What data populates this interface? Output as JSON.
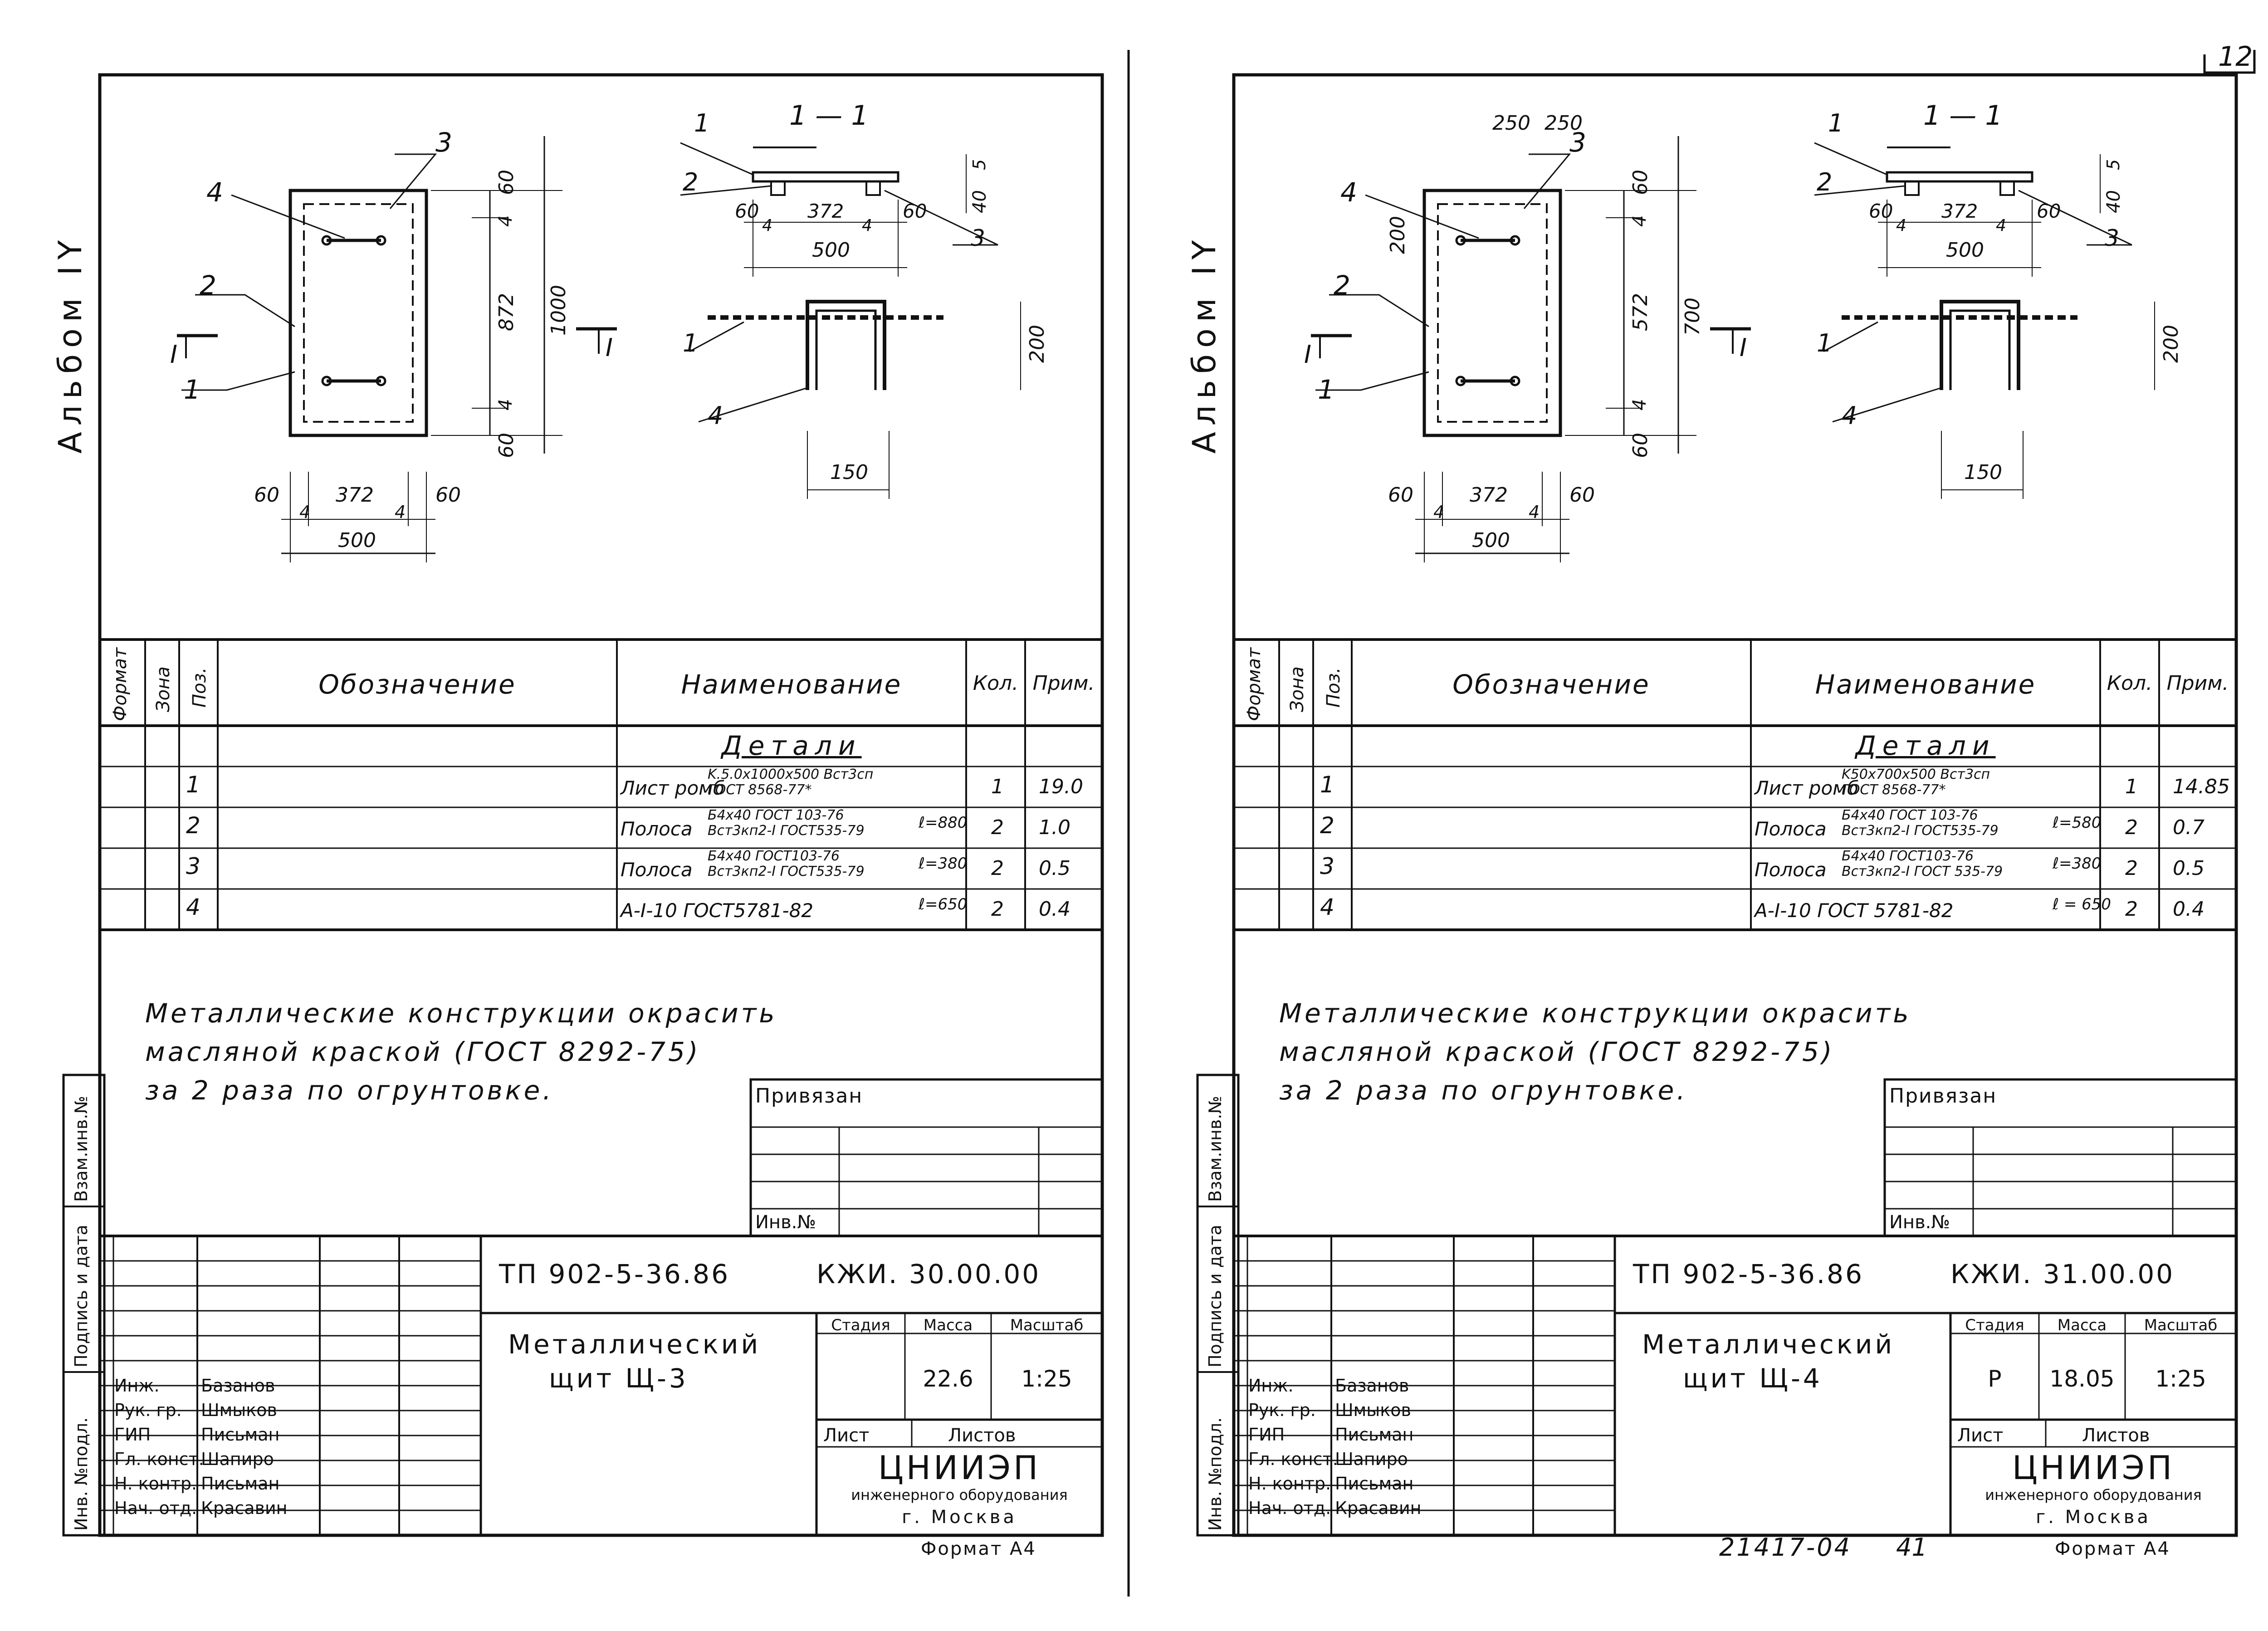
{
  "page": {
    "corner_mark": "12",
    "bottom_number": "21417-04",
    "bottom_page": "41"
  },
  "sheets": [
    {
      "album": "Альбом IY",
      "section": "1 — 1",
      "dims": {
        "w250a": "",
        "w250b": "",
        "h200": "",
        "top60": "60",
        "top4": "4",
        "inner": "872",
        "bottom4": "4",
        "bottom60": "60",
        "total": "1000",
        "left60": "60",
        "l4": "4",
        "w372": "372",
        "r4": "4",
        "right60": "60",
        "width": "500",
        "s60a": "60",
        "s4a": "4",
        "s372": "372",
        "s4b": "4",
        "s60b": "60",
        "s500": "500",
        "s5": "5",
        "s40": "40",
        "h200b": "200",
        "w150": "150"
      },
      "callouts": [
        "1",
        "2",
        "3",
        "4"
      ],
      "section_mark": "I",
      "table": {
        "headers": {
          "format": "Формат",
          "zone": "Зона",
          "pos": "Поз.",
          "designation": "Обозначение",
          "name": "Наименование",
          "qty": "Кол.",
          "note": "Прим."
        },
        "group": "Детали",
        "rows": [
          {
            "pos": "1",
            "name_a": "Лист ромб",
            "name_b": "K.5.0x1000x500 Вст3сп",
            "name_c": "ГОСТ 8568-77*",
            "length": "",
            "qty": "1",
            "note": "19.0"
          },
          {
            "pos": "2",
            "name_a": "Полоса",
            "name_b": "Б4x40 ГОСТ 103-76",
            "name_c": "Вст3кп2-I ГОСТ535-79",
            "length": "ℓ=880",
            "qty": "2",
            "note": "1.0"
          },
          {
            "pos": "3",
            "name_a": "Полоса",
            "name_b": "Б4x40 ГОСТ103-76",
            "name_c": "Вст3кп2-I ГОСТ535-79",
            "length": "ℓ=380",
            "qty": "2",
            "note": "0.5"
          },
          {
            "pos": "4",
            "name_a": "А-I-10  ГОСТ5781-82",
            "name_b": "",
            "name_c": "",
            "length": "ℓ=650",
            "qty": "2",
            "note": "0.4"
          }
        ]
      },
      "note_lines": [
        "Металлические конструкции окрасить",
        "масляной краской (ГОСТ 8292-75)",
        "за 2 раза по огрунтовке."
      ],
      "privyazan": "Привязан",
      "inv_no": "Инв.№",
      "side_stamps": [
        "Инв. №подл.",
        "Подпись и дата",
        "Взам.инв.№"
      ],
      "project": "ТП 902-5-36.86",
      "code": "КЖИ. 30.00.00",
      "title_a": "Металлический",
      "title_b": "щит Щ-3",
      "stage_label": "Стадия",
      "mass_label": "Масса",
      "scale_label": "Масштаб",
      "stage": "",
      "mass": "22.6",
      "scale": "1:25",
      "sheet_label": "Лист",
      "sheets_label": "Листов",
      "org_a": "ЦНИИЭП",
      "org_b": "инженерного оборудования",
      "org_c": "г. Москва",
      "format": "Формат А4",
      "staff": [
        {
          "role": "Инж.",
          "name": "Базанов"
        },
        {
          "role": "Рук. гр.",
          "name": "Шмыков"
        },
        {
          "role": "ГИП",
          "name": "Письман"
        },
        {
          "role": "Гл. конст.",
          "name": "Шапиро"
        },
        {
          "role": "Н. контр.",
          "name": "Письман"
        },
        {
          "role": "Нач. отд.",
          "name": "Красавин"
        }
      ]
    },
    {
      "album": "Альбом IY",
      "section": "1 — 1",
      "dims": {
        "w250a": "250",
        "w250b": "250",
        "h200": "200",
        "top60": "60",
        "top4": "4",
        "inner": "572",
        "bottom4": "4",
        "bottom60": "60",
        "total": "700",
        "left60": "60",
        "l4": "4",
        "w372": "372",
        "r4": "4",
        "right60": "60",
        "width": "500",
        "s60a": "60",
        "s4a": "4",
        "s372": "372",
        "s4b": "4",
        "s60b": "60",
        "s500": "500",
        "s5": "5",
        "s40": "40",
        "h200b": "200",
        "w150": "150"
      },
      "callouts": [
        "1",
        "2",
        "3",
        "4"
      ],
      "section_mark": "I",
      "table": {
        "headers": {
          "format": "Формат",
          "zone": "Зона",
          "pos": "Поз.",
          "designation": "Обозначение",
          "name": "Наименование",
          "qty": "Кол.",
          "note": "Прим."
        },
        "group": "Детали",
        "rows": [
          {
            "pos": "1",
            "name_a": "Лист ромб",
            "name_b": "K50x700x500 Вст3сп",
            "name_c": "ГОСТ 8568-77*",
            "length": "",
            "qty": "1",
            "note": "14.85"
          },
          {
            "pos": "2",
            "name_a": "Полоса",
            "name_b": "Б4x40 ГОСТ 103-76",
            "name_c": "Вст3кп2-I ГОСТ535-79",
            "length": "ℓ=580",
            "qty": "2",
            "note": "0.7"
          },
          {
            "pos": "3",
            "name_a": "Полоса",
            "name_b": "Б4x40 ГОСТ103-76",
            "name_c": "Вст3кп2-I ГОСТ 535-79",
            "length": "ℓ=380",
            "qty": "2",
            "note": "0.5"
          },
          {
            "pos": "4",
            "name_a": "А-I-10 ГОСТ 5781-82",
            "name_b": "",
            "name_c": "",
            "length": "ℓ = 650",
            "qty": "2",
            "note": "0.4"
          }
        ]
      },
      "note_lines": [
        "Металлические конструкции окрасить",
        "масляной  краской (ГОСТ 8292-75)",
        "за  2 раза  по  огрунтовке."
      ],
      "privyazan": "Привязан",
      "inv_no": "Инв.№",
      "side_stamps": [
        "Инв. №подл.",
        "Подпись и дата",
        "Взам.инв.№"
      ],
      "project": "ТП 902-5-36.86",
      "code": "КЖИ. 31.00.00",
      "title_a": "Металлический",
      "title_b": "щит Щ-4",
      "stage_label": "Стадия",
      "mass_label": "Масса",
      "scale_label": "Масштаб",
      "stage": "Р",
      "mass": "18.05",
      "scale": "1:25",
      "sheet_label": "Лист",
      "sheets_label": "Листов",
      "org_a": "ЦНИИЭП",
      "org_b": "инженерного оборудования",
      "org_c": "г. Москва",
      "format": "Формат А4",
      "staff": [
        {
          "role": "Инж.",
          "name": "Базанов"
        },
        {
          "role": "Рук. гр.",
          "name": "Шмыков"
        },
        {
          "role": "ГИП",
          "name": "Письман"
        },
        {
          "role": "Гл. конст.",
          "name": "Шапиро"
        },
        {
          "role": "Н. контр.",
          "name": "Письман"
        },
        {
          "role": "Нач. отд.",
          "name": "Красавин"
        }
      ]
    }
  ]
}
